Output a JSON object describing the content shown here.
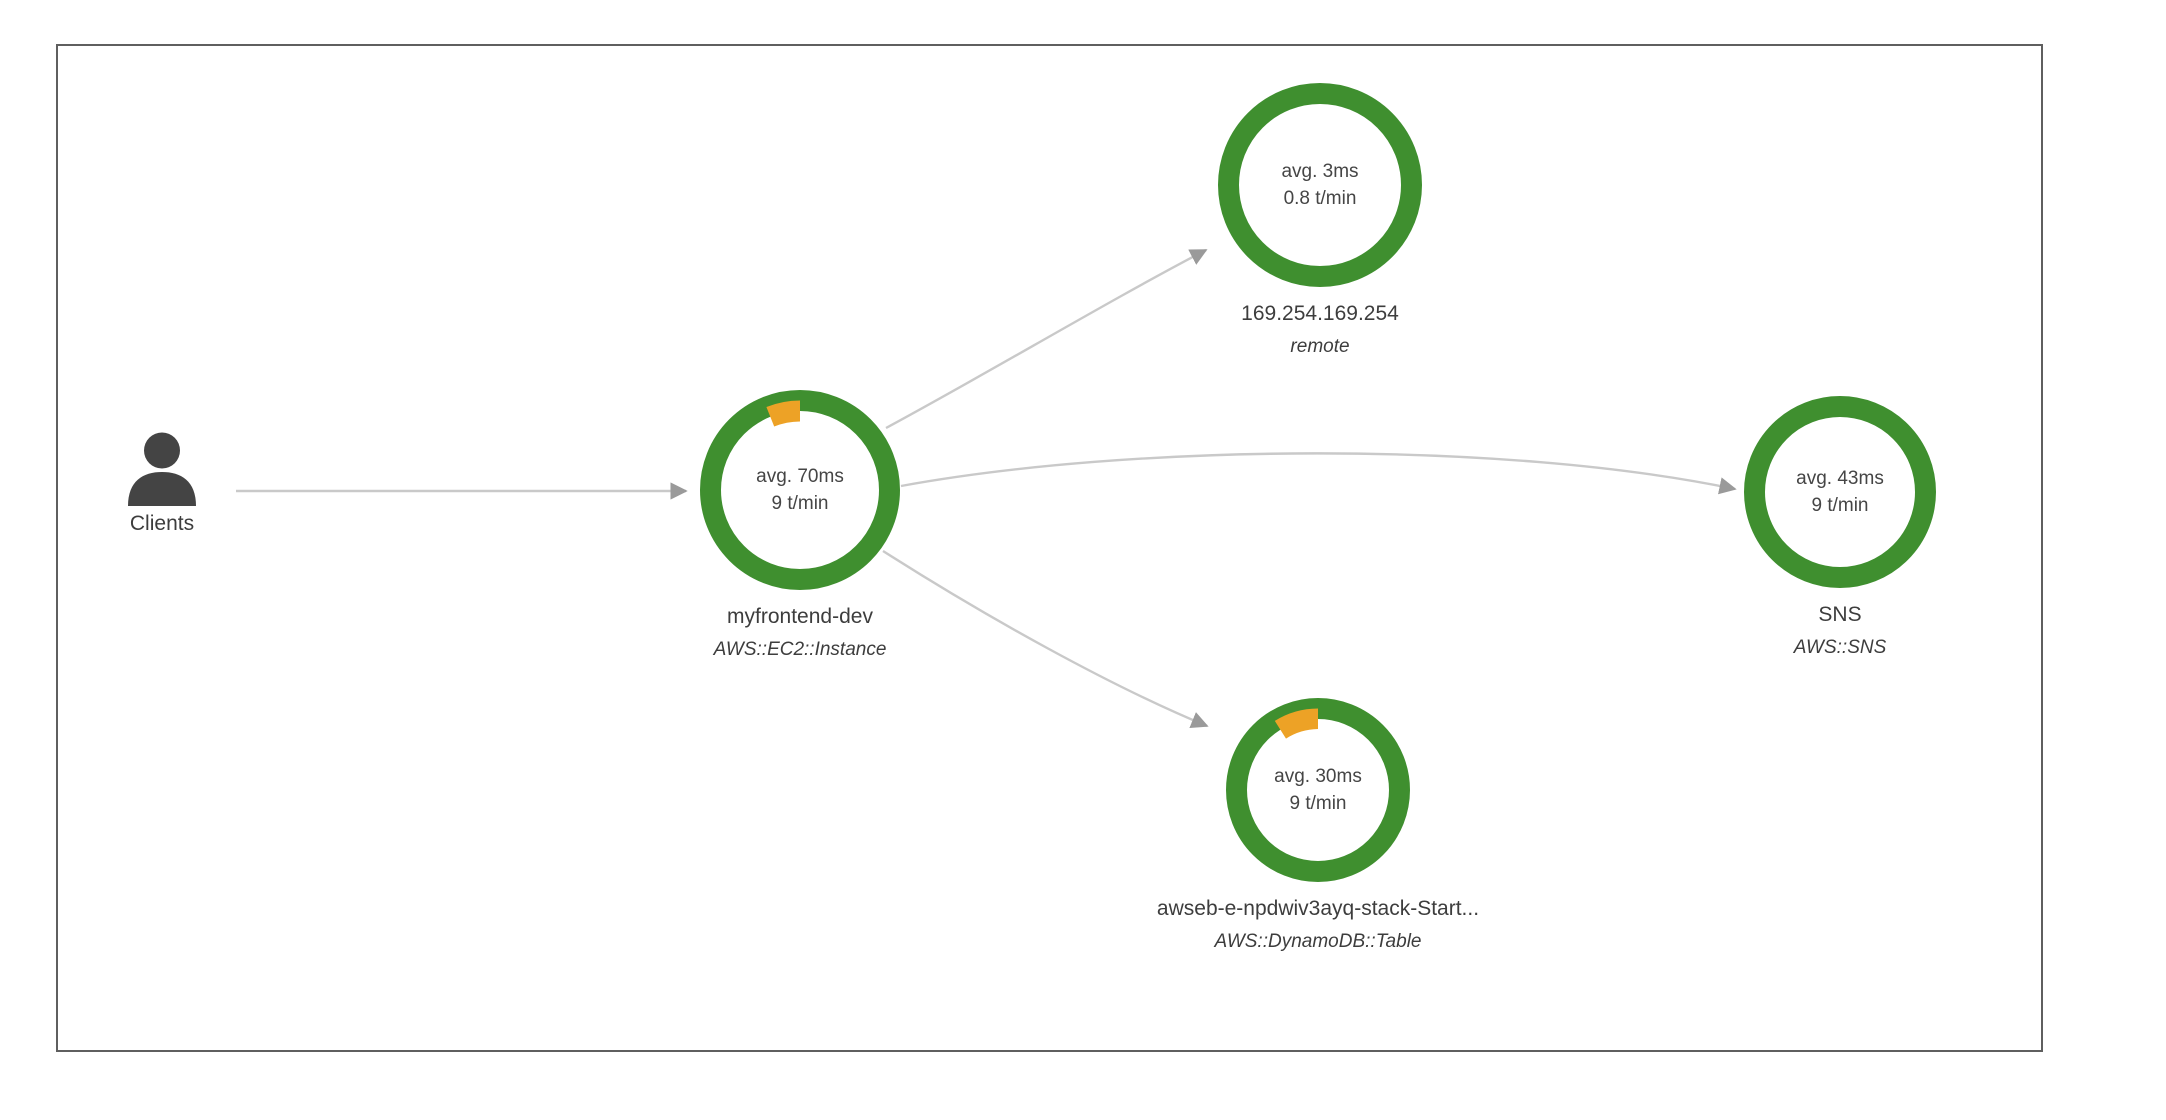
{
  "panel": {
    "border_color": "#5f5f5f",
    "background": "#ffffff"
  },
  "palette": {
    "ok_green": "#3f8f2f",
    "warn_orange": "#eda226",
    "edge_line": "#c9c9c9",
    "arrow_head": "#9a9a9a",
    "text_dark": "#3d3d3d",
    "metric_text": "#454545",
    "client_icon": "#444444"
  },
  "clients": {
    "icon": "user-person-icon",
    "label": "Clients"
  },
  "nodes": [
    {
      "id": "myfrontend-dev",
      "name": "myfrontend-dev",
      "type": "AWS::EC2::Instance",
      "avg_latency": "avg. 70ms",
      "throughput": "9 t/min",
      "health": {
        "ok_pct": 94,
        "warn_pct": 6
      }
    },
    {
      "id": "metadata-endpoint",
      "name": "169.254.169.254",
      "type": "remote",
      "avg_latency": "avg. 3ms",
      "throughput": "0.8 t/min",
      "health": {
        "ok_pct": 100,
        "warn_pct": 0
      }
    },
    {
      "id": "sns",
      "name": "SNS",
      "type": "AWS::SNS",
      "avg_latency": "avg. 43ms",
      "throughput": "9 t/min",
      "health": {
        "ok_pct": 100,
        "warn_pct": 0
      }
    },
    {
      "id": "dynamodb-table",
      "name": "awseb-e-npdwiv3ayq-stack-Start...",
      "type": "AWS::DynamoDB::Table",
      "avg_latency": "avg. 30ms",
      "throughput": "9 t/min",
      "health": {
        "ok_pct": 91,
        "warn_pct": 9
      }
    }
  ],
  "edges": [
    {
      "from": "clients",
      "to": "myfrontend-dev"
    },
    {
      "from": "myfrontend-dev",
      "to": "metadata-endpoint"
    },
    {
      "from": "myfrontend-dev",
      "to": "sns"
    },
    {
      "from": "myfrontend-dev",
      "to": "dynamodb-table"
    }
  ]
}
